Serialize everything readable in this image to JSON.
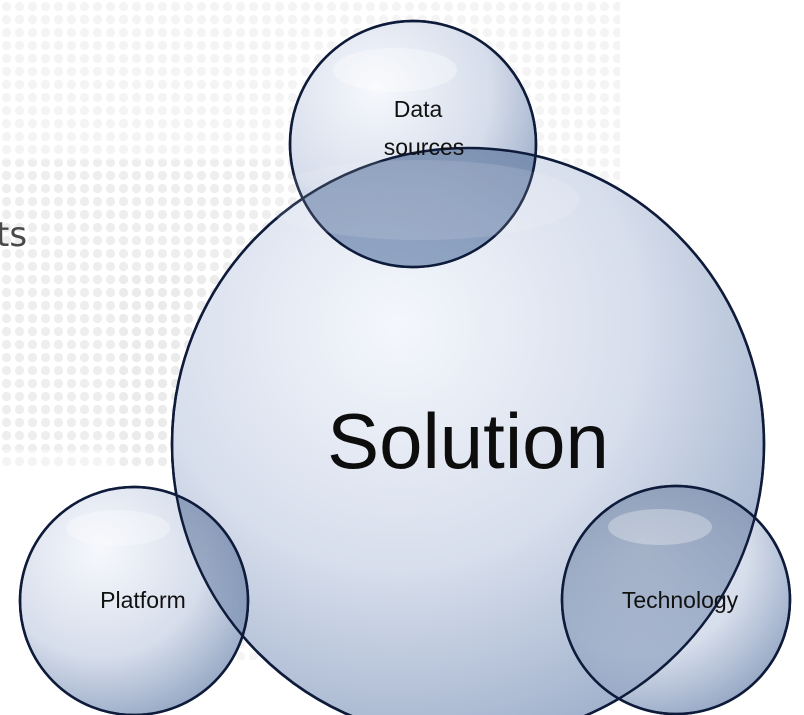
{
  "partial_text": "ts",
  "diagram": {
    "center": {
      "label": "Solution"
    },
    "nodes": [
      {
        "id": "data-sources",
        "lines": [
          "Data",
          "sources"
        ]
      },
      {
        "id": "platform",
        "lines": [
          "Platform"
        ]
      },
      {
        "id": "technology",
        "lines": [
          "Technology"
        ]
      }
    ]
  },
  "colors": {
    "bubble_fill": "#d4dceb",
    "bubble_stroke": "#0e1b3a",
    "overlap_fill": "#6b84a8",
    "background_dots": "#e3e3e3"
  }
}
